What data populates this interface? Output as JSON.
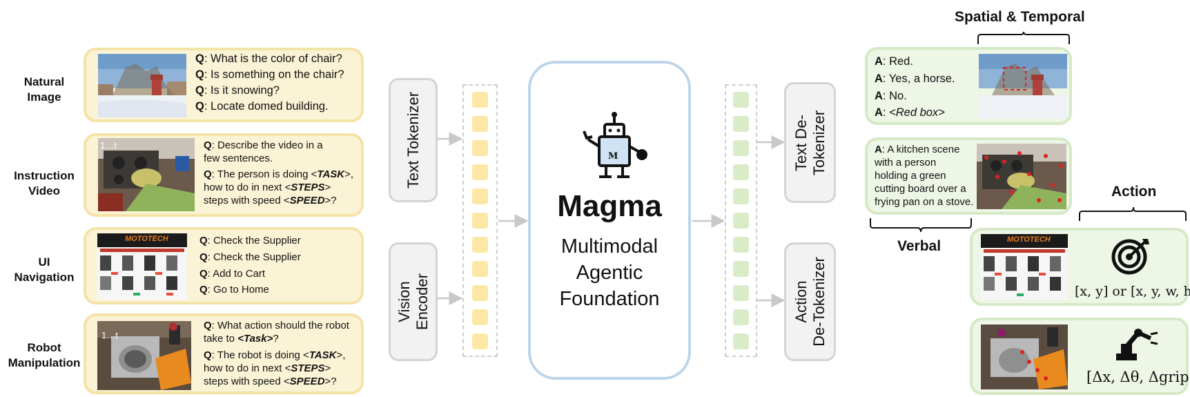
{
  "categories": [
    {
      "line1": "Natural",
      "line2": "Image"
    },
    {
      "line1": "Instruction",
      "line2": "Video"
    },
    {
      "line1": "UI",
      "line2": "Navigation"
    },
    {
      "line1": "Robot",
      "line2": "Manipulation"
    }
  ],
  "natural_image": {
    "q_prefix": "Q",
    "questions": [
      ": What is the color of chair?",
      ": Is something on the chair?",
      ": Is it snowing?",
      ": Locate domed building."
    ]
  },
  "instruction_video": {
    "frame_label": "1…t",
    "q1": {
      "prefix": "Q",
      "line1": ": Describe the video in a",
      "line2": "few sentences."
    },
    "q2": {
      "prefix": "Q",
      "line1a": ": The person is doing <",
      "task": "TASK",
      "line1b": ">,",
      "line2a": "how to do in next <",
      "steps": "STEPS",
      "line2b": ">",
      "line3a": "steps with speed <",
      "speed": "SPEED",
      "line3b": ">?"
    }
  },
  "ui_navigation": {
    "brand": "MOTOTECH",
    "q_prefix": "Q",
    "questions": [
      ": Check the Supplier",
      ": Check the Supplier",
      ": Add to Cart",
      ": Go to Home"
    ]
  },
  "robot": {
    "frame_label": "1…t",
    "q1": {
      "prefix": "Q",
      "line1": ": What action should the robot",
      "line2a": "take to ",
      "task": "<Task>",
      "line2b": "?"
    },
    "q2": {
      "prefix": "Q",
      "line1a": ": The robot is doing <",
      "task": "TASK",
      "line1b": ">,",
      "line2a": "how to do in next <",
      "steps": "STEPS",
      "line2b": ">",
      "line3a": "steps with speed <",
      "speed": "SPEED",
      "line3b": ">?"
    }
  },
  "pipeline": {
    "text_tokenizer": "Text Tokenizer",
    "vision_encoder_1": "Vision",
    "vision_encoder_2": "Encoder",
    "text_detokenizer_1": "Text De-",
    "text_detokenizer_2": "Tokenizer",
    "action_detokenizer_1": "Action",
    "action_detokenizer_2": "De-Tokenizer"
  },
  "model": {
    "badge": "M",
    "name": "Magma",
    "line1": "Multimodal",
    "line2": "Agentic",
    "line3": "Foundation"
  },
  "outputs": {
    "spatial_temporal_label": "Spatial & Temporal",
    "a_prefix": "A",
    "answers": [
      ": Red.",
      ": Yes, a horse.",
      ": No.",
      ": "
    ],
    "red_box": "<Red box>",
    "verbal_answer": [
      ": A kitchen scene",
      "with a person",
      "holding a green",
      "cutting board over a",
      "frying pan on a stove."
    ],
    "verbal_label": "Verbal",
    "action_label": "Action",
    "ui_action_formula": "[x, y] or [x, y, w, h]",
    "robot_action_formula": "[Δx, Δθ, Δgrip]"
  },
  "colors": {
    "input_box_fill": "#fbf3d6",
    "input_box_border": "#f4e3a6",
    "output_box_fill": "#eef6e6",
    "output_box_border": "#d5e9c6",
    "model_border": "#bcd5ea",
    "input_token": "#fce8a4",
    "output_token": "#d9ecc8"
  }
}
